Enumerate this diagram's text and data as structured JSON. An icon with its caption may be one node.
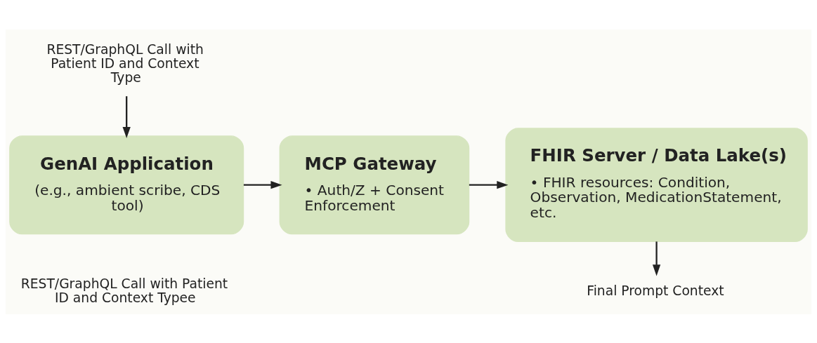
{
  "diagram": {
    "nodes": [
      {
        "text": [
          "REST/GraphQL Call with Patient ID and Context Type"
        ]
      },
      {
        "text": [
          "GenAI Application",
          "(e.g., ambient scribe, CDS tool)"
        ],
        "beside": [
          "REST/GraphQL Call with Patient ID and Context Typee"
        ]
      },
      {
        "text": [
          "MCP Gateway",
          "• Auth/Z + Consent Enforcement"
        ]
      },
      {
        "text": [
          "FHIR Server / Data Lake(s)",
          "• FHIR resources: Condition, Observation, MedicationStatement, etc."
        ]
      },
      {
        "text": [
          "Final Prompt Context"
        ]
      }
    ],
    "edges": [
      {
        "from": 0,
        "to": 1,
        "arrow": "to"
      },
      {
        "from": 1,
        "to": 2,
        "arrow": "to"
      },
      {
        "from": 2,
        "to": 3,
        "arrow": "to"
      },
      {
        "from": 3,
        "to": 4,
        "arrow": "to"
      }
    ]
  }
}
